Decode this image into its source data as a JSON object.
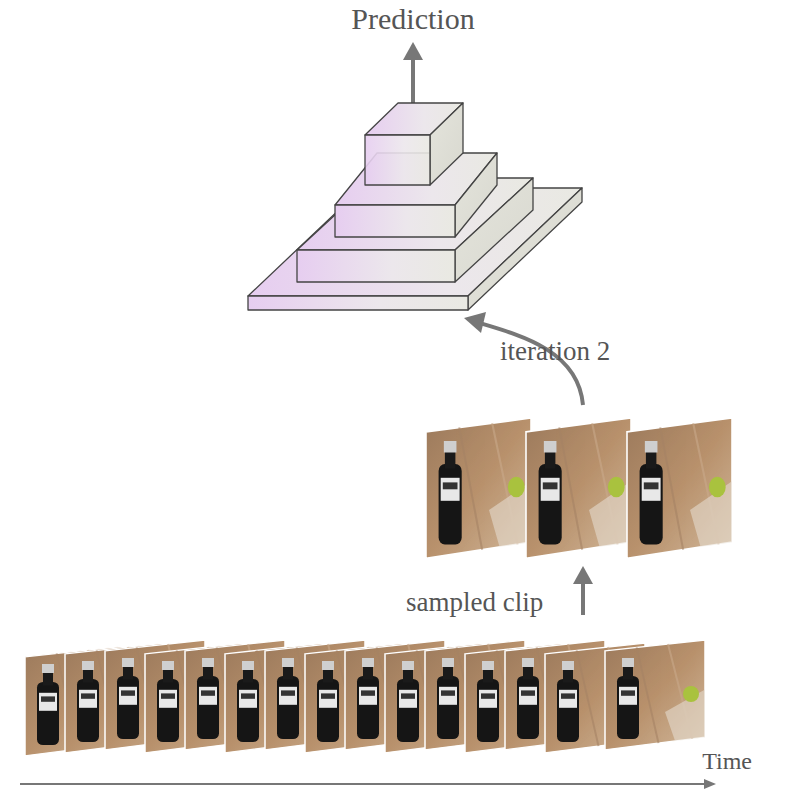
{
  "diagram": {
    "labels": [
      "Prediction",
      "iteration 2",
      "sampled clip",
      "Time"
    ]
  }
}
